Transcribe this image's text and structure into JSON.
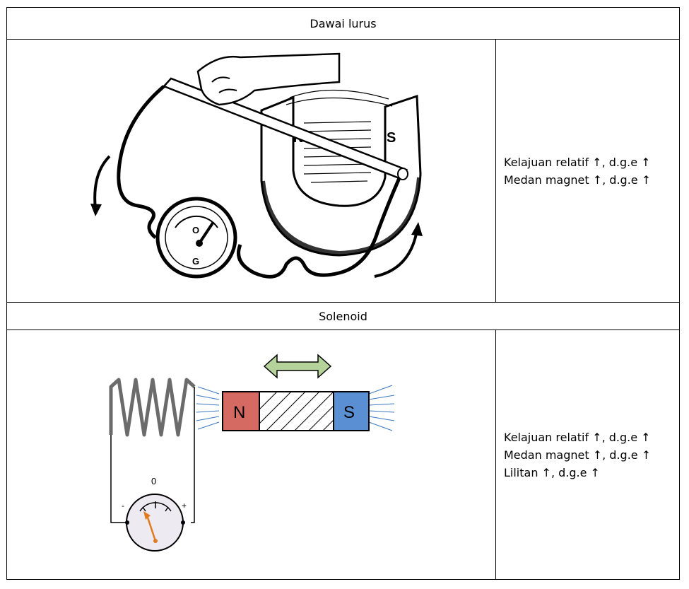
{
  "sections": [
    {
      "header": "Dawai lurus",
      "lines": [
        "Kelajuan relatif ↑, d.g.e ↑",
        "Medan magnet ↑, d.g.e ↑"
      ],
      "figure": {
        "magnet_north": "N",
        "magnet_south": "S",
        "meter_zero": "O",
        "meter_label": "G"
      }
    },
    {
      "header": "Solenoid",
      "lines": [
        "Kelajuan relatif ↑, d.g.e ↑",
        "Medan magnet ↑, d.g.e ↑",
        "Lilitan ↑, d.g.e ↑"
      ],
      "figure": {
        "magnet_north": "N",
        "magnet_south": "S",
        "meter_zero": "0",
        "meter_minus": "-",
        "meter_plus": "+"
      }
    }
  ],
  "colors": {
    "north": "#d46a62",
    "south": "#5b8fd4",
    "arrow": "#b5d29a",
    "pointer": "#e07b1f",
    "field": "#3a78c2"
  }
}
